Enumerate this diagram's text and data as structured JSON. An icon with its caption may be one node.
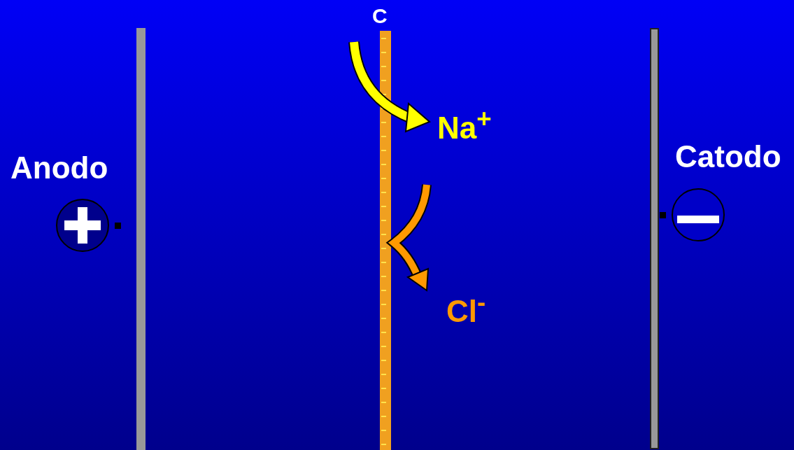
{
  "diagram": {
    "labels": [
      "C",
      "Na$^{+}$",
      "Anodo",
      "Catodo",
      "Cl$^{-}$"
    ]
  }
}
